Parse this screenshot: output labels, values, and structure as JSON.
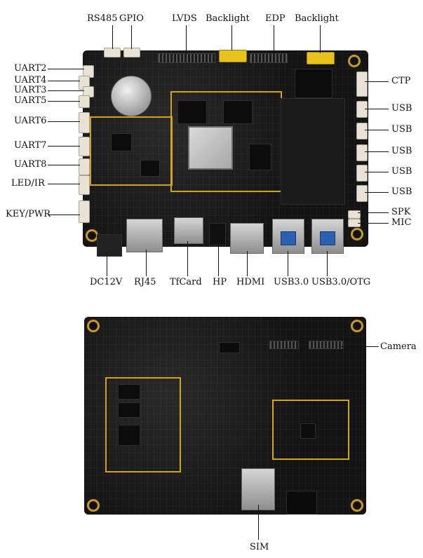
{
  "top_labels": {
    "rs485": "RS485",
    "gpio": "GPIO",
    "lvds": "LVDS",
    "backlight_1": "Backlight",
    "edp": "EDP",
    "backlight_2": "Backlight"
  },
  "left_labels": {
    "uart2": "UART2",
    "uart4": "UART4",
    "uart3": "UART3",
    "uart5": "UART5",
    "uart6": "UART6",
    "uart7": "UART7",
    "uart8": "UART8",
    "led_ir": "LED/IR",
    "key_pwr": "KEY/PWR"
  },
  "right_labels": {
    "ctp": "CTP",
    "usb_1": "USB",
    "usb_2": "USB",
    "usb_3": "USB",
    "usb_4": "USB",
    "usb_5": "USB",
    "spk": "SPK",
    "mic": "MIC"
  },
  "bottom_labels": {
    "dc12v": "DC12V",
    "rj45": "RJ45",
    "tfcard": "TfCard",
    "hp": "HP",
    "hdmi": "HDMI",
    "usb30": "USB3.0",
    "usb30_otg": "USB3.0/OTG"
  },
  "back_labels": {
    "camera": "Camera",
    "sim": "SIM"
  }
}
